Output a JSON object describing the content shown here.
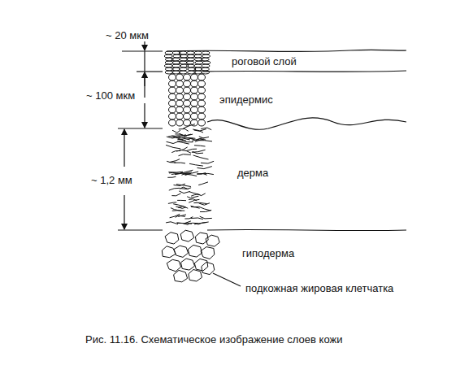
{
  "diagram": {
    "caption": "Рис. 11.16. Схематическое изображение слоев кожи",
    "labels": [
      "~ 20 мкм",
      "роговой слой",
      "~ 100 мкм",
      "эпидермис",
      "~ 1,2 мм",
      "дерма",
      "гиподерма",
      "подкожная жировая клетчатка"
    ]
  }
}
